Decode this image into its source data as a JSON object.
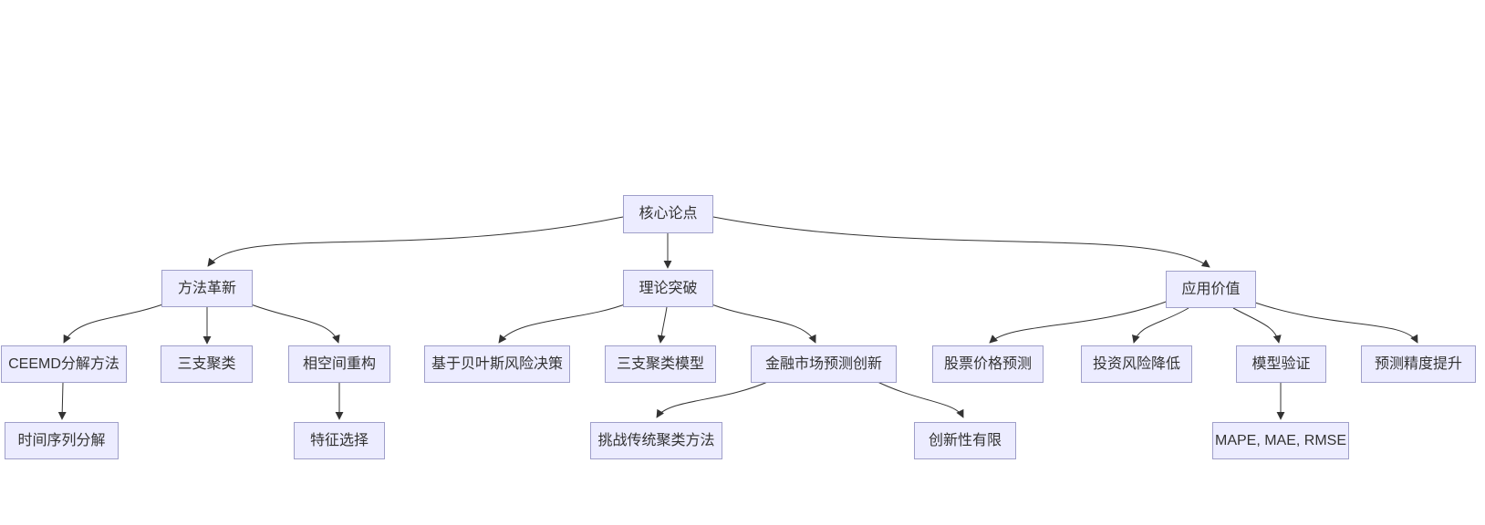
{
  "diagram": {
    "type": "flowchart",
    "direction": "top-down",
    "colors": {
      "background": "#ffffff",
      "node_fill": "#ECECFF",
      "node_border": "#9f9fc9",
      "edge": "#333333",
      "text": "#333333"
    },
    "nodes": {
      "core": {
        "label": "核心论点"
      },
      "method": {
        "label": "方法革新"
      },
      "theory": {
        "label": "理论突破"
      },
      "application": {
        "label": "应用价值"
      },
      "ceemd": {
        "label": "CEEMD分解方法"
      },
      "threeway": {
        "label": "三支聚类"
      },
      "phase": {
        "label": "相空间重构"
      },
      "bayes": {
        "label": "基于贝叶斯风险决策"
      },
      "twcmodel": {
        "label": "三支聚类模型"
      },
      "finance": {
        "label": "金融市场预测创新"
      },
      "stock": {
        "label": "股票价格预测"
      },
      "risk": {
        "label": "投资风险降低"
      },
      "validation": {
        "label": "模型验证"
      },
      "accuracy": {
        "label": "预测精度提升"
      },
      "tsdecomp": {
        "label": "时间序列分解"
      },
      "feature": {
        "label": "特征选择"
      },
      "challenge": {
        "label": "挑战传统聚类方法"
      },
      "limited": {
        "label": "创新性有限"
      },
      "mape": {
        "label": "MAPE, MAE, RMSE"
      }
    },
    "edges": [
      {
        "from": "core",
        "to": "method"
      },
      {
        "from": "core",
        "to": "theory"
      },
      {
        "from": "core",
        "to": "application"
      },
      {
        "from": "method",
        "to": "ceemd"
      },
      {
        "from": "method",
        "to": "threeway"
      },
      {
        "from": "method",
        "to": "phase"
      },
      {
        "from": "theory",
        "to": "bayes"
      },
      {
        "from": "theory",
        "to": "twcmodel"
      },
      {
        "from": "theory",
        "to": "finance"
      },
      {
        "from": "application",
        "to": "stock"
      },
      {
        "from": "application",
        "to": "risk"
      },
      {
        "from": "application",
        "to": "validation"
      },
      {
        "from": "application",
        "to": "accuracy"
      },
      {
        "from": "ceemd",
        "to": "tsdecomp"
      },
      {
        "from": "phase",
        "to": "feature"
      },
      {
        "from": "finance",
        "to": "challenge"
      },
      {
        "from": "finance",
        "to": "limited"
      },
      {
        "from": "validation",
        "to": "mape"
      }
    ]
  }
}
